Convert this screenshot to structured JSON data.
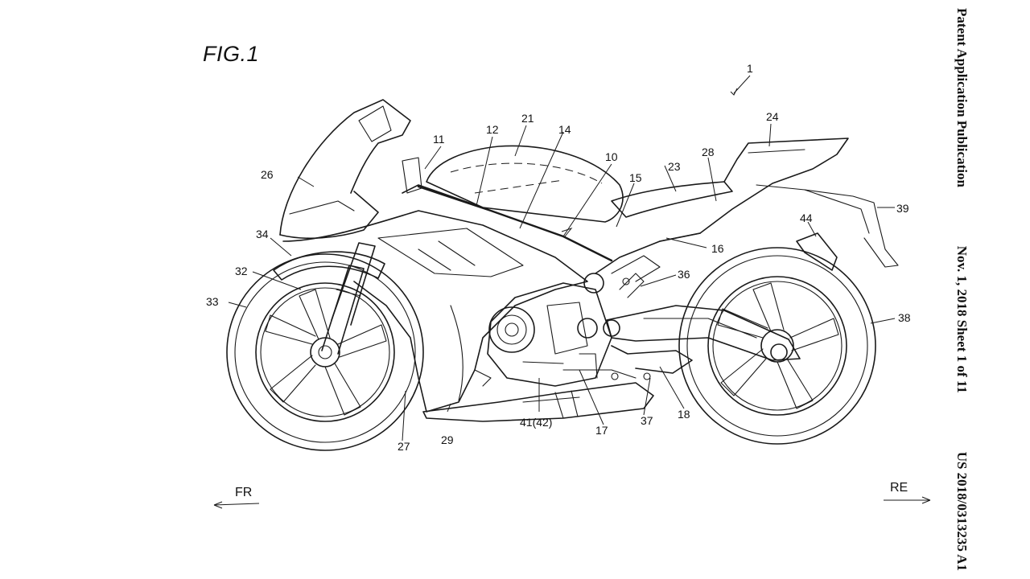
{
  "figure": {
    "title": "FIG.1",
    "direction_front": "FR",
    "direction_rear": "RE"
  },
  "header": {
    "publication_type": "Patent Application Publication",
    "date_sheet": "Nov. 1, 2018   Sheet 1 of 11",
    "publication_number": "US 2018/0313235 A1"
  },
  "reference_numerals": [
    {
      "id": "n1",
      "text": "1"
    },
    {
      "id": "n10",
      "text": "10"
    },
    {
      "id": "n11",
      "text": "11"
    },
    {
      "id": "n12",
      "text": "12"
    },
    {
      "id": "n14",
      "text": "14"
    },
    {
      "id": "n15",
      "text": "15"
    },
    {
      "id": "n16",
      "text": "16"
    },
    {
      "id": "n17",
      "text": "17"
    },
    {
      "id": "n18",
      "text": "18"
    },
    {
      "id": "n21",
      "text": "21"
    },
    {
      "id": "n23",
      "text": "23"
    },
    {
      "id": "n24",
      "text": "24"
    },
    {
      "id": "n26",
      "text": "26"
    },
    {
      "id": "n27",
      "text": "27"
    },
    {
      "id": "n28",
      "text": "28"
    },
    {
      "id": "n29",
      "text": "29"
    },
    {
      "id": "n32",
      "text": "32"
    },
    {
      "id": "n33",
      "text": "33"
    },
    {
      "id": "n34",
      "text": "34"
    },
    {
      "id": "n36",
      "text": "36"
    },
    {
      "id": "n37",
      "text": "37"
    },
    {
      "id": "n38",
      "text": "38"
    },
    {
      "id": "n39",
      "text": "39"
    },
    {
      "id": "n41",
      "text": "41(42)"
    },
    {
      "id": "n44",
      "text": "44"
    }
  ]
}
